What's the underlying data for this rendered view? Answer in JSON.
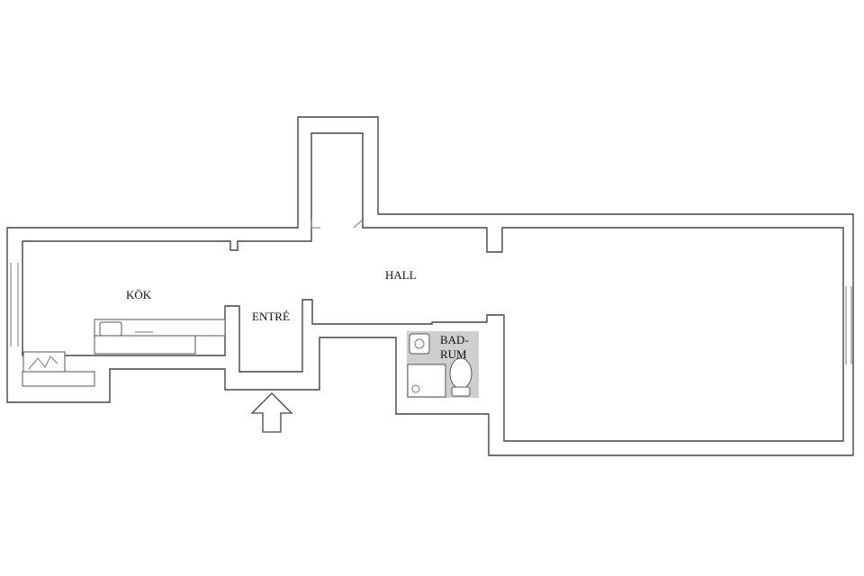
{
  "rooms": {
    "kitchen": "KÖK",
    "entrance": "ENTRÉ",
    "hall": "HALL",
    "bathroom_line1": "BAD-",
    "bathroom_line2": "RUM"
  },
  "colors": {
    "wall": "#444444",
    "bathroom_fill": "#cfcfcf",
    "background": "#ffffff"
  },
  "icons": {
    "entrance_marker": "up-arrow-icon"
  }
}
